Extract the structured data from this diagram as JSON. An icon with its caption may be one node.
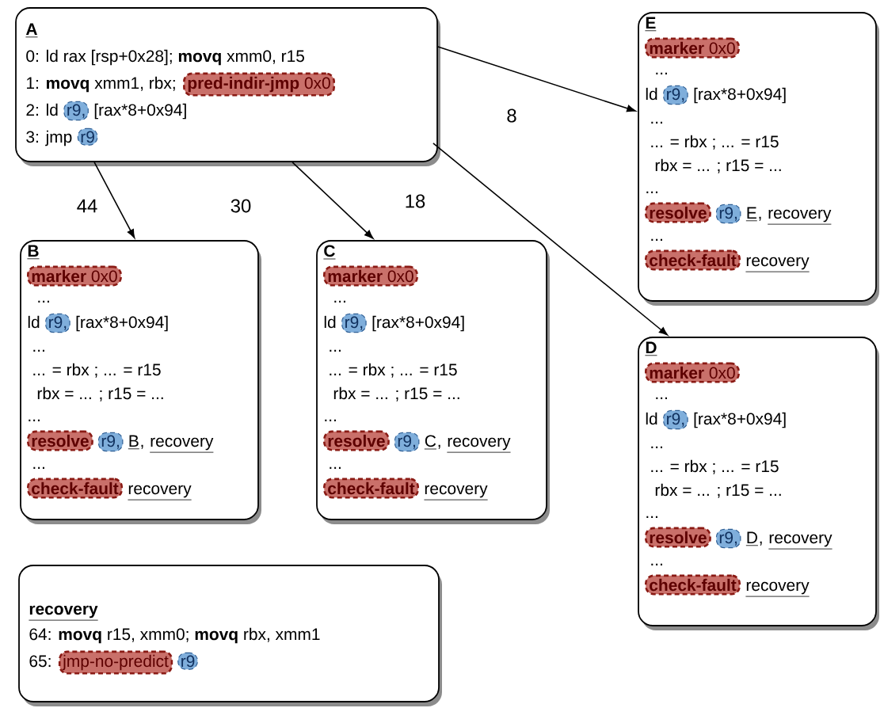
{
  "diagram": {
    "nodes": [
      {
        "text": [
          "A",
          "0: ld rax [rsp+0x28];  **movq** xmm0, r15",
          "1: **movq** xmm1, rbx;",
          "**pred-indir-jmp** 0x0",
          "2: ld",
          "r9,",
          "[rax*8+0x94]",
          "3: jmp",
          "r9"
        ]
      },
      {
        "text": [
          "B",
          "**marker** 0x0",
          "...",
          "ld",
          "r9,",
          "[rax*8+0x94]",
          "...",
          "... = rbx ;  ... =  r15",
          "rbx = ... ;  r15 = ...",
          "...",
          "resolve",
          "r9,",
          "B",
          ",",
          "recovery",
          "...",
          "check-fault",
          "recovery"
        ]
      },
      {
        "text": [
          "C",
          "**marker** 0x0",
          "...",
          "ld",
          "r9,",
          "[rax*8+0x94]",
          "...",
          "... = rbx ;  ... =  r15",
          "rbx = ... ;  r15 = ...",
          "...",
          "resolve",
          "r9,",
          "C",
          ",",
          "recovery",
          "...",
          "check-fault",
          "recovery"
        ]
      },
      {
        "text": [
          "E",
          "**marker** 0x0",
          "...",
          "ld",
          "r9,",
          "[rax*8+0x94]",
          "...",
          "... = rbx ;  ... =  r15",
          "rbx = ... ;  r15 = ...",
          "...",
          "resolve",
          "r9,",
          "E",
          ",",
          "recovery",
          "...",
          "check-fault",
          "recovery"
        ]
      },
      {
        "text": [
          "D",
          "**marker** 0x0",
          "...",
          "ld",
          "r9,",
          "[rax*8+0x94]",
          "...",
          "... = rbx ;  ... =  r15",
          "rbx = ... ;  r15 = ...",
          "...",
          "resolve",
          "r9,",
          "D",
          ",",
          "recovery",
          "...",
          "check-fault",
          "recovery"
        ]
      },
      {
        "text": [
          "recovery",
          "64: **movq** r15, xmm0;  **movq**  rbx, xmm1",
          "65:",
          "jmp-no-predict",
          "r9"
        ]
      }
    ],
    "edges": [
      {
        "from": 0,
        "to": 1,
        "arrow": "to",
        "label": "44"
      },
      {
        "from": 0,
        "to": 2,
        "arrow": "to",
        "label": "30"
      },
      {
        "from": 0,
        "to": 4,
        "arrow": "to",
        "label": "18"
      },
      {
        "from": 0,
        "to": 3,
        "arrow": "to",
        "label": "8"
      }
    ]
  }
}
